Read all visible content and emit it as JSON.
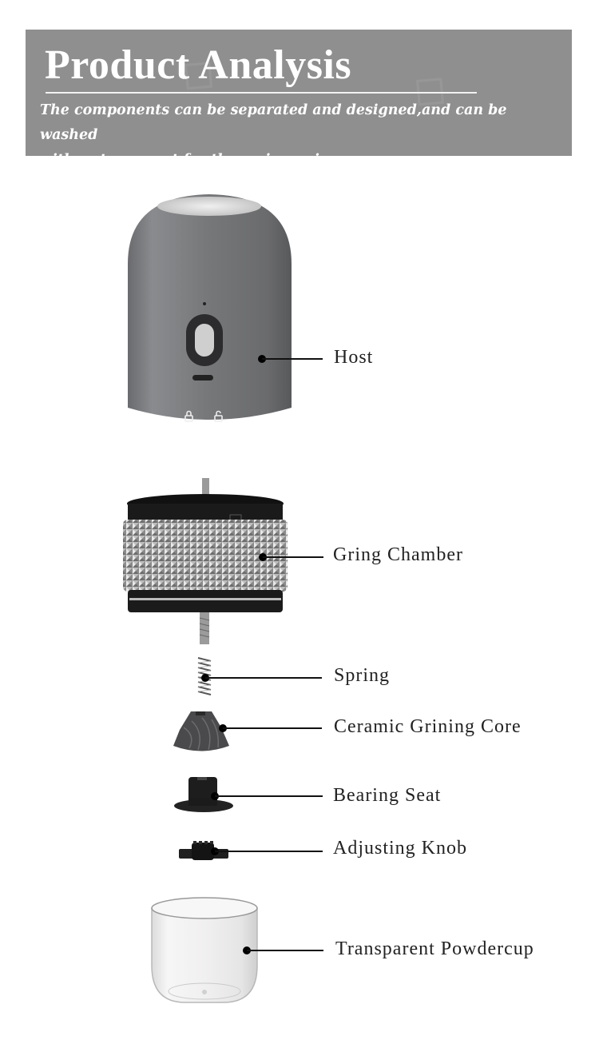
{
  "banner": {
    "title": "Product Analysis",
    "subtitle_line1": "The components can be separated and designed,and can be washed",
    "subtitle_line2": "with water except for the main engine",
    "background_color": "#8f8f8f"
  },
  "components": [
    {
      "id": "host",
      "label": "Host"
    },
    {
      "id": "gring-chamber",
      "label": "Gring Chamber"
    },
    {
      "id": "spring",
      "label": "Spring"
    },
    {
      "id": "ceramic-core",
      "label": "Ceramic Grining Core"
    },
    {
      "id": "bearing-seat",
      "label": "Bearing Seat"
    },
    {
      "id": "adjusting-knob",
      "label": "Adjusting Knob"
    },
    {
      "id": "powdercup",
      "label": "Transparent Powdercup"
    }
  ],
  "host_icons": [
    "lock-icon",
    "unlock-icon"
  ]
}
